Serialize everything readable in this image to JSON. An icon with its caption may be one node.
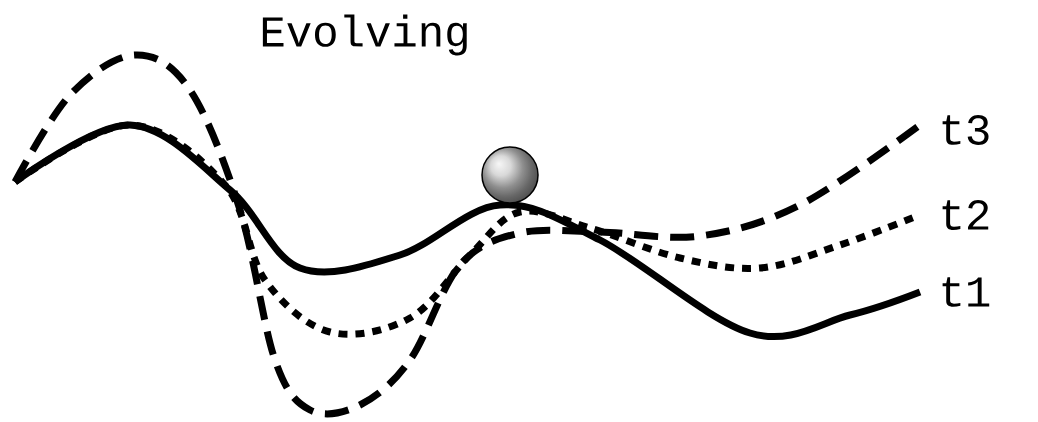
{
  "diagram": {
    "title": "Evolving",
    "labels": [
      "t3",
      "t2",
      "t1"
    ]
  }
}
